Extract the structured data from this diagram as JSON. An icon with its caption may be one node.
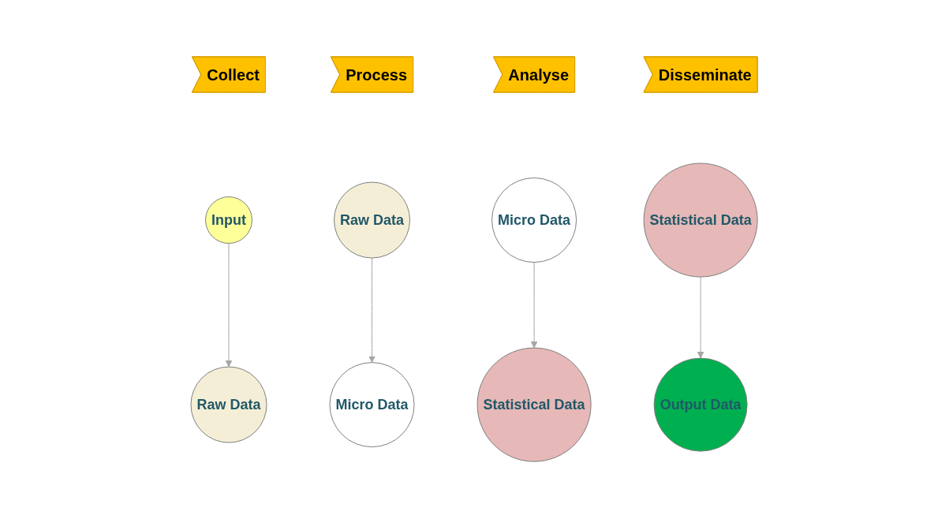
{
  "diagram": {
    "nodes": [
      {
        "text": [
          "Collect"
        ]
      },
      {
        "text": [
          "Process"
        ]
      },
      {
        "text": [
          "Analyse"
        ]
      },
      {
        "text": [
          "Disseminate"
        ]
      },
      {
        "text": [
          "Input"
        ]
      },
      {
        "text": [
          "Raw Data"
        ]
      },
      {
        "text": [
          "Micro Data"
        ]
      },
      {
        "text": [
          "Statistical Data"
        ]
      },
      {
        "text": [
          "Raw Data"
        ]
      },
      {
        "text": [
          "Micro Data"
        ]
      },
      {
        "text": [
          "Statistical Data"
        ]
      },
      {
        "text": [
          "Output Data"
        ]
      }
    ],
    "edges": [
      {
        "from": 4,
        "to": 8,
        "arrow": "to"
      },
      {
        "from": 5,
        "to": 9,
        "arrow": "to"
      },
      {
        "from": 6,
        "to": 10,
        "arrow": "to"
      },
      {
        "from": 7,
        "to": 11,
        "arrow": "to"
      }
    ]
  }
}
